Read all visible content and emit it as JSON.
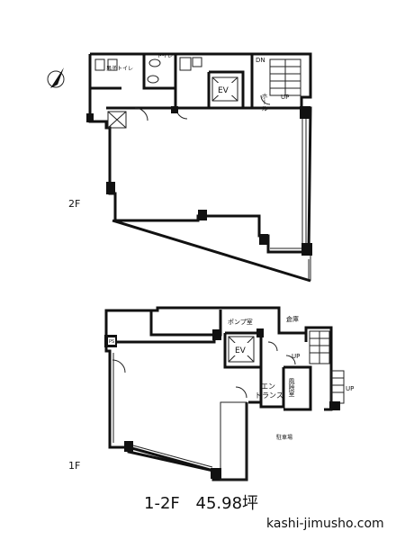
{
  "floor_2f": {
    "label": "2F",
    "rooms": {
      "toilet_m": "男子トイレ",
      "toilet_w": "トイレ",
      "ev": "EV",
      "hall": "ホール",
      "dn": "DN",
      "up": "UP"
    }
  },
  "floor_1f": {
    "label": "1F",
    "rooms": {
      "ps": "PS",
      "pump": "ポンプ室",
      "storage": "倉庫",
      "ev": "EV",
      "up_stair": "UP",
      "vestibule": "風除室",
      "entrance_1": "エン",
      "entrance_2": "トランス",
      "up_ramp": "UP",
      "parking": "駐車場"
    }
  },
  "caption": {
    "floors": "1-2F",
    "area": "45.98坪"
  },
  "footer": {
    "site": "kashi-jimusho.com"
  },
  "icons": [
    "north-arrow-icon"
  ]
}
